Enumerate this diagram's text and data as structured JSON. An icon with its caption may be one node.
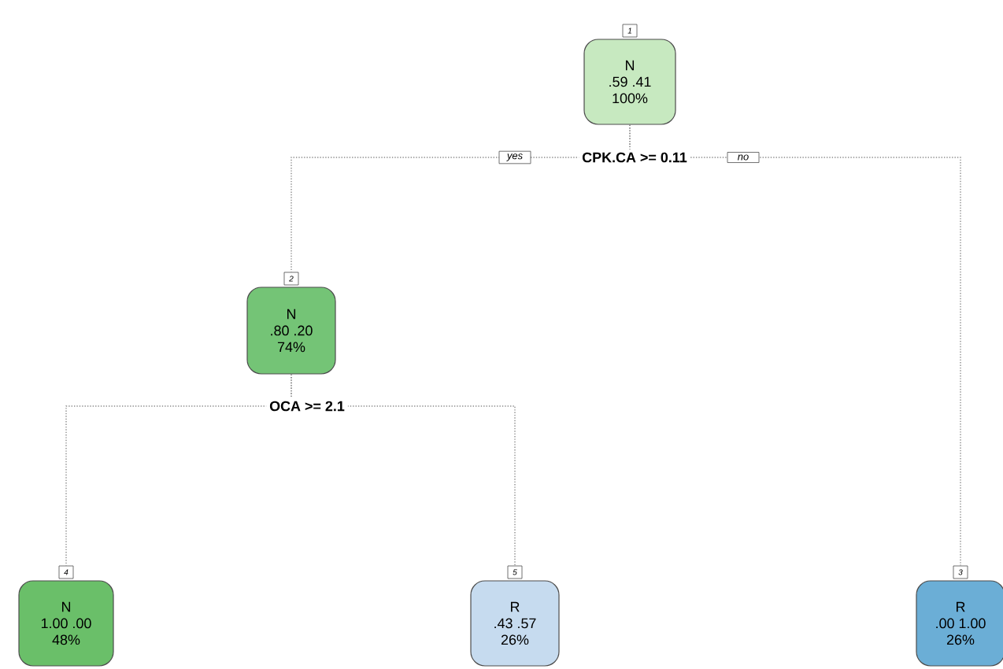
{
  "diagram": {
    "nodes": [
      {
        "text": [
          "N",
          ".59 .41",
          "100%"
        ],
        "beside": [
          "1"
        ]
      },
      {
        "text": [
          "N",
          ".80 .20",
          "74%"
        ],
        "beside": [
          "2"
        ]
      },
      {
        "text": [
          "N",
          "1.00 .00",
          "48%"
        ],
        "beside": [
          "4"
        ]
      },
      {
        "text": [
          "R",
          ".43 .57",
          "26%"
        ],
        "beside": [
          "5"
        ]
      },
      {
        "text": [
          "R",
          ".00 1.00",
          "26%"
        ],
        "beside": [
          "3"
        ]
      }
    ],
    "edges": [
      {
        "from": 0,
        "to": 1,
        "arrow": "none",
        "label": "yes"
      },
      {
        "from": 0,
        "to": 4,
        "arrow": "none",
        "label": "no"
      },
      {
        "from": 1,
        "to": 2,
        "arrow": "none"
      },
      {
        "from": 1,
        "to": 3,
        "arrow": "none"
      }
    ],
    "labels": [
      "CPK.CA >= 0.11",
      "OCA >= 2.1"
    ]
  }
}
